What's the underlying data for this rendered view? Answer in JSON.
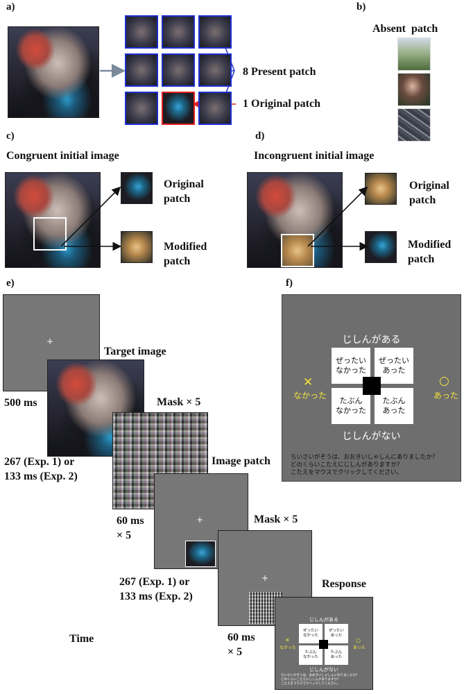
{
  "panel_labels": {
    "a": "a)",
    "b": "b)",
    "c": "c)",
    "d": "d)",
    "e": "e)",
    "f": "f)"
  },
  "panel_a": {
    "present_label": "8 Present patch",
    "original_label": "1 Original patch",
    "colors": {
      "present_border": "#1f2fd0",
      "original_border": "#e02020"
    }
  },
  "panel_b": {
    "title": "Absent  patch"
  },
  "panel_c": {
    "title": "Congruent initial image",
    "original_label": [
      "Original",
      "patch"
    ],
    "modified_label": [
      "Modified",
      "patch"
    ]
  },
  "panel_d": {
    "title": "Incongruent initial image",
    "original_label": [
      "Original",
      "patch"
    ],
    "modified_label": [
      "Modified",
      "patch"
    ]
  },
  "panel_e": {
    "fixation": "+",
    "d500": "500 ms",
    "target_label": "Target image",
    "mask1_label": "Mask × 5",
    "dur1": [
      "267 (Exp. 1) or",
      "133 ms (Exp. 2)"
    ],
    "patch_label": "Image patch",
    "d60a": [
      "60 ms",
      "× 5"
    ],
    "mask2_label": "Mask × 5",
    "dur2": [
      "267 (Exp. 1) or",
      "133 ms (Exp. 2)"
    ],
    "response_label": "Response",
    "time_label": "Time",
    "d60b": [
      "60 ms",
      "× 5"
    ]
  },
  "response_screen": {
    "top": "じしんがある",
    "bottom": "じしんがない",
    "cells": [
      [
        "ぜったい",
        "なかった"
      ],
      [
        "ぜったい",
        "あった"
      ],
      [
        "たぶん",
        "なかった"
      ],
      [
        "たぶん",
        "あった"
      ]
    ],
    "left_symbol": "✕",
    "left_label": "なかった",
    "right_symbol": "○",
    "right_label": "あった",
    "instructions": [
      "ちいさいがぞうは、おおきいしゃしんにありましたか？",
      "どのくらいこたえにじしんがありますか？",
      "こたえをマウスでクリックしてください。"
    ],
    "colors": {
      "background": "#6e6e6e",
      "accent": "#f2e23a"
    }
  }
}
